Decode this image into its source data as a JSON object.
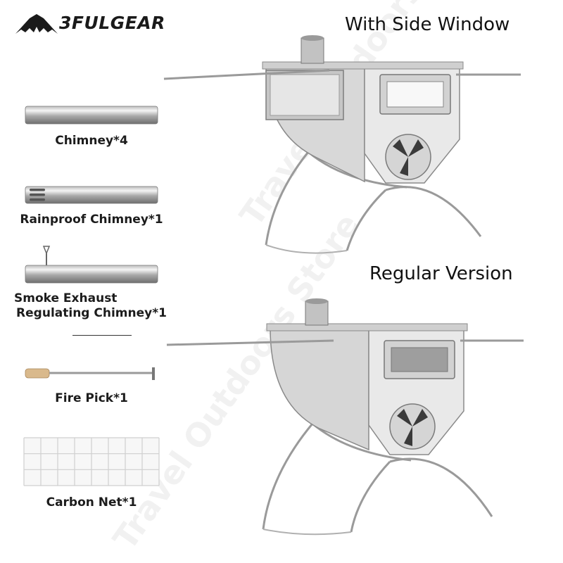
{
  "brand": {
    "name": "3FULGEAR",
    "logo_icon": "bat-wing-logo"
  },
  "headings": {
    "side_window": "With Side Window",
    "regular": "Regular Version"
  },
  "accessories": [
    {
      "label": "Chimney*4",
      "icon": "chimney-pipe-icon"
    },
    {
      "label": "Rainproof Chimney*1",
      "icon": "rainproof-chimney-icon"
    },
    {
      "label_line1": "Smoke Exhaust",
      "label_line2": "Regulating Chimney*1",
      "icon": "regulating-chimney-icon"
    },
    {
      "label": "Fire Pick*1",
      "icon": "fire-pick-icon"
    },
    {
      "label": "Carbon Net*1",
      "icon": "carbon-net-icon"
    }
  ],
  "watermark": {
    "text": "Travel Outdoors Store"
  },
  "products": [
    {
      "name": "stove-with-side-window",
      "icon": "stove-icon"
    },
    {
      "name": "stove-regular",
      "icon": "stove-icon"
    }
  ]
}
